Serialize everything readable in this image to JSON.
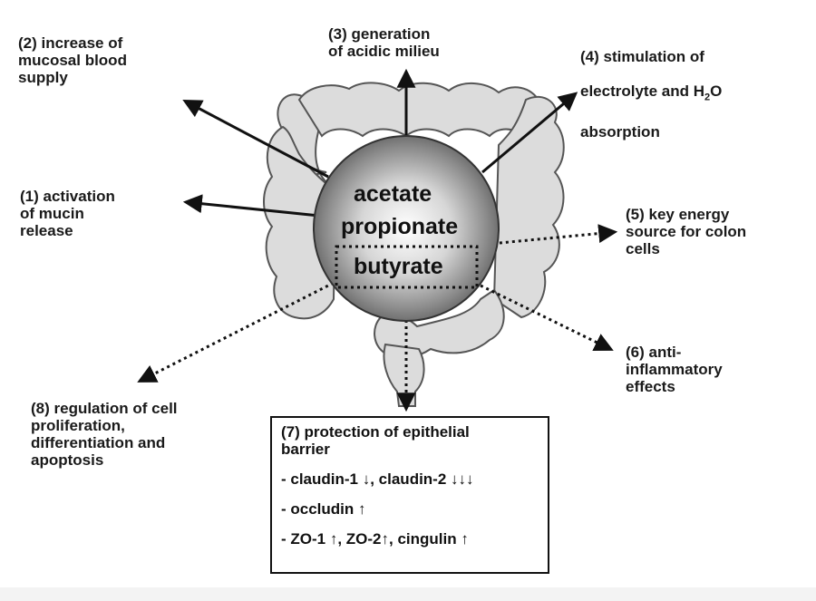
{
  "sphere": {
    "words": [
      "acetate",
      "propionate",
      "butyrate"
    ]
  },
  "effects": {
    "e1": "(1) activation\nof mucin\nrelease",
    "e2": "(2) increase of\nmucosal blood\nsupply",
    "e3": "(3) generation\nof acidic milieu",
    "e4_line1": "(4) stimulation of",
    "e4_line2_pre": "electrolyte and H",
    "e4_sub": "2",
    "e4_line2_post": "O",
    "e4_line3": "absorption",
    "e5": "(5) key energy\nsource for colon\ncells",
    "e6": "(6) anti-\ninflammatory\neffects",
    "e8": "(8) regulation of cell\nproliferation,\ndifferentiation and\napoptosis"
  },
  "barrier": {
    "title": "(7) protection of epithelial\nbarrier",
    "items": [
      "- claudin-1 ↓, claudin-2 ↓↓↓",
      "- occludin ↑",
      "- ZO-1 ↑, ZO-2↑, cingulin ↑"
    ]
  },
  "colors": {
    "colon_fill": "#dcdcdc",
    "colon_stroke": "#555555",
    "arrow": "#111111"
  }
}
